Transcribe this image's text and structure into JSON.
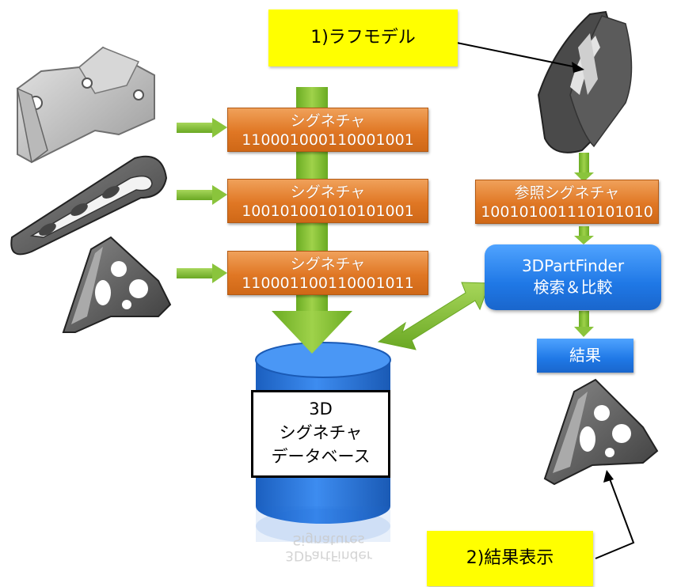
{
  "labels": {
    "rough_model": "1)ラフモデル",
    "result_display": "2)結果表示"
  },
  "signatures": [
    {
      "title": "シグネチャ",
      "code": "110001000110001001"
    },
    {
      "title": "シグネチャ",
      "code": "100101001010101001"
    },
    {
      "title": "シグネチャ",
      "code": "110001100110001011"
    }
  ],
  "reference_signature": {
    "title": "参照シグネチャ",
    "code": "100101001110101010"
  },
  "finder": {
    "line1": "3DPartFinder",
    "line2": "検索＆比較"
  },
  "result": {
    "label": "結果"
  },
  "database": {
    "line1": "3D",
    "line2": "シグネチャ",
    "line3": "データベース"
  },
  "reflection": {
    "line1": "3DPartFinder",
    "line2": "Signatures"
  },
  "colors": {
    "arrow_green": "#7fbf2f",
    "signature_orange": "#e07724",
    "finder_blue": "#1f78e6",
    "database_blue": "#1f6fd6",
    "label_yellow": "#ffff00"
  }
}
